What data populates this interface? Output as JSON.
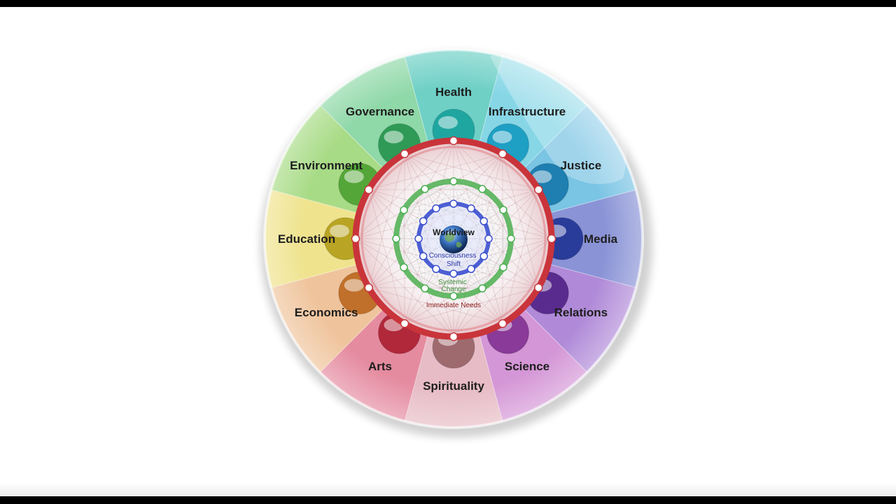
{
  "sectors": [
    {
      "label": "Health",
      "color": "#6fd0c6"
    },
    {
      "label": "Infrastructure",
      "color": "#86d6e6"
    },
    {
      "label": "Justice",
      "color": "#7ac4e4"
    },
    {
      "label": "Media",
      "color": "#8a93d6"
    },
    {
      "label": "Relations",
      "color": "#b08ad8"
    },
    {
      "label": "Science",
      "color": "#d496d6"
    },
    {
      "label": "Spirituality",
      "color": "#e7bcc6"
    },
    {
      "label": "Arts",
      "color": "#e58ba0"
    },
    {
      "label": "Economics",
      "color": "#efc49c"
    },
    {
      "label": "Education",
      "color": "#efe38e"
    },
    {
      "label": "Environment",
      "color": "#a8db86"
    },
    {
      "label": "Governance",
      "color": "#8fd8a8"
    }
  ],
  "orbs": [
    "#1fa6a0",
    "#1e9fc4",
    "#1e7fb0",
    "#2a3c9a",
    "#5a2b8e",
    "#8a3a98",
    "#9e6a6e",
    "#b0283a",
    "#c0702a",
    "#b9a424",
    "#54a638",
    "#2e9a56"
  ],
  "rings": {
    "immediate_needs": "Immediate Needs",
    "systemic_change": "Systemic\nChange",
    "consciousness_shift": "Consciousness\nShift",
    "worldview": "Worldview"
  },
  "colors": {
    "red_ring": "#c9343a",
    "green_ring": "#4caf50",
    "blue_ring": "#3b4fd0",
    "immediate_text": "#8b1a1a",
    "systemic_text": "#3f8a3a",
    "consciousness_text": "#2a36a8"
  }
}
